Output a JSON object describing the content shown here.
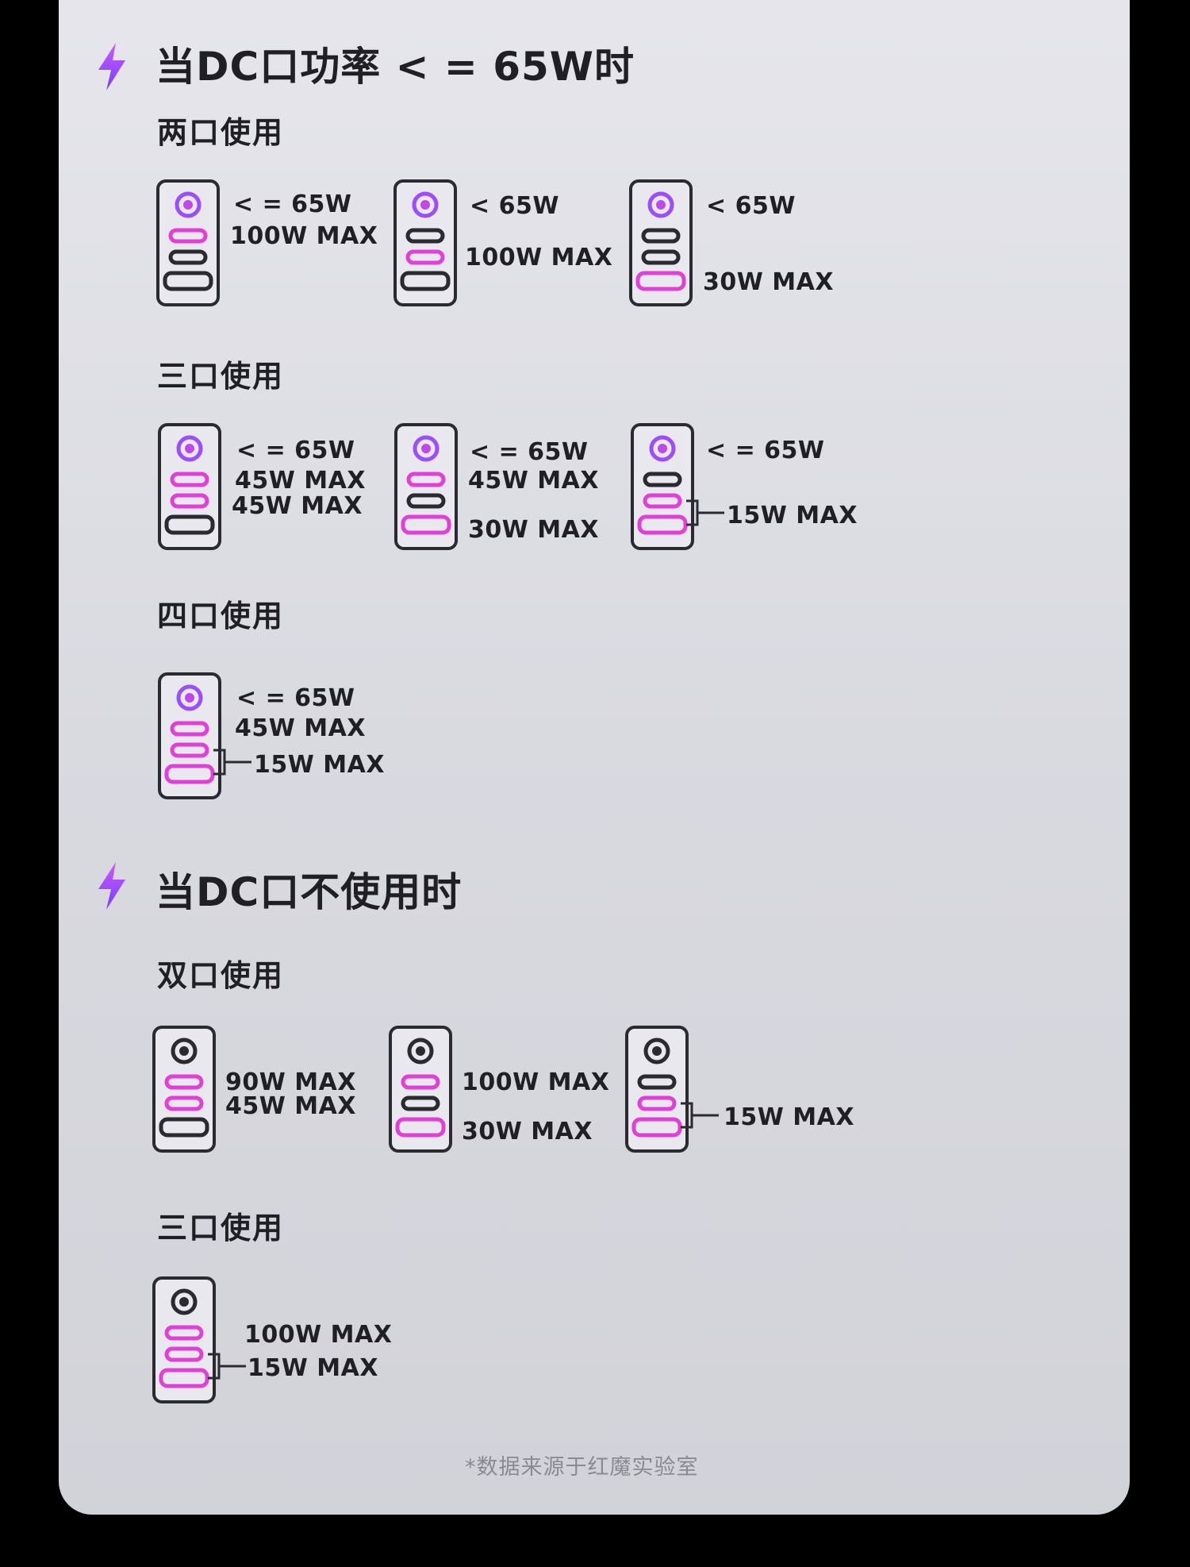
{
  "sections": [
    {
      "title": "当DC口功率 < = 65W时",
      "groups": [
        {
          "label": "两口使用",
          "devices": [
            {
              "labels": [
                "< = 65W",
                "100W MAX"
              ]
            },
            {
              "labels": [
                "< 65W",
                "100W MAX"
              ]
            },
            {
              "labels": [
                "< 65W",
                "30W MAX"
              ]
            }
          ]
        },
        {
          "label": "三口使用",
          "devices": [
            {
              "labels": [
                "< = 65W",
                "45W MAX",
                "45W MAX"
              ]
            },
            {
              "labels": [
                "< = 65W",
                "45W MAX",
                "30W MAX"
              ]
            },
            {
              "labels": [
                "< = 65W",
                "15W MAX"
              ]
            }
          ]
        },
        {
          "label": "四口使用",
          "devices": [
            {
              "labels": [
                "< = 65W",
                "45W MAX",
                "15W MAX"
              ]
            }
          ]
        }
      ]
    },
    {
      "title": "当DC口不使用时",
      "groups": [
        {
          "label": "双口使用",
          "devices": [
            {
              "labels": [
                "90W MAX",
                "45W MAX"
              ]
            },
            {
              "labels": [
                "100W MAX",
                "30W MAX"
              ]
            },
            {
              "labels": [
                "15W MAX"
              ]
            }
          ]
        },
        {
          "label": "三口使用",
          "devices": [
            {
              "labels": [
                "100W MAX",
                "15W MAX"
              ]
            }
          ]
        }
      ]
    }
  ],
  "footnote": "*数据来源于红魔实验室",
  "colors": {
    "accent_purple": "#9b4dff",
    "port_active_pink": "#e040d8",
    "port_active_violet": "#8a5cff",
    "device_outline": "#2a2a30"
  },
  "icons": [
    "lightning-bolt-icon",
    "charger-device-icon"
  ]
}
